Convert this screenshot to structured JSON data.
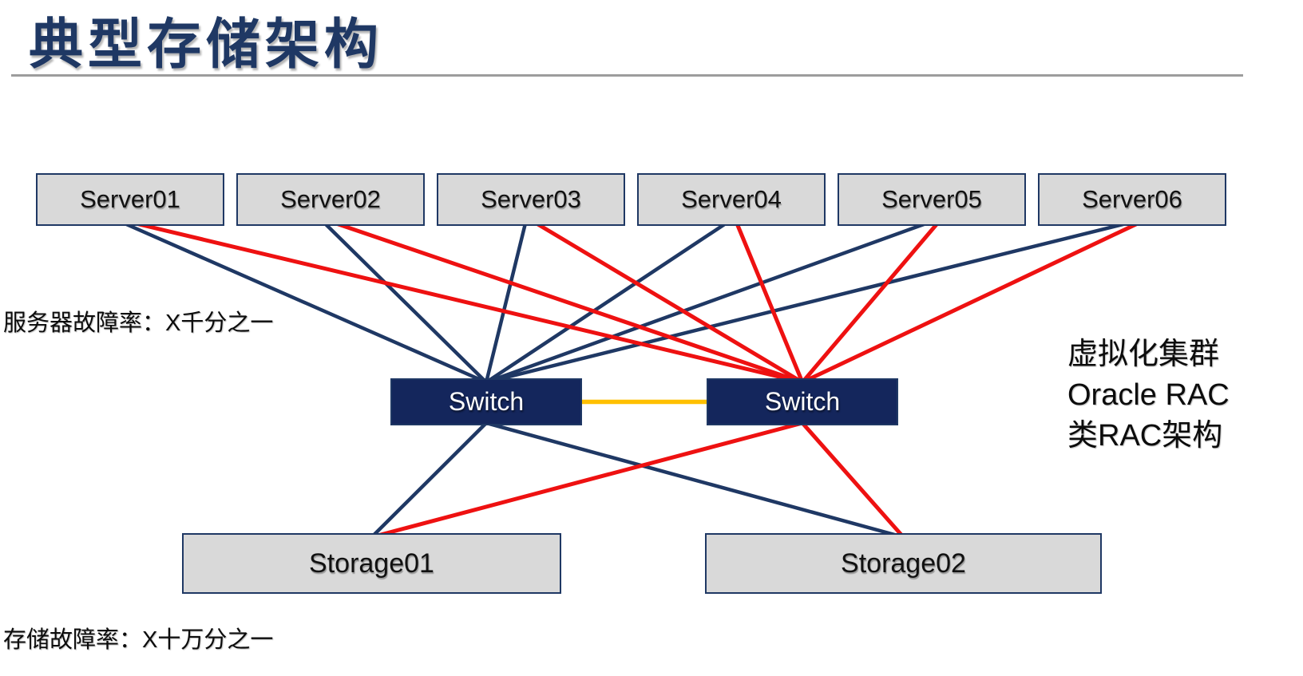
{
  "title": "典型存储架构",
  "annotations": {
    "server_failure_rate": "服务器故障率：X千分之一",
    "storage_failure_rate": "存储故障率：X十万分之一",
    "cluster_lines": [
      "虚拟化集群",
      "Oracle RAC",
      "类RAC架构"
    ]
  },
  "nodes": {
    "servers": [
      {
        "id": "server1",
        "label": "Server01"
      },
      {
        "id": "server2",
        "label": "Server02"
      },
      {
        "id": "server3",
        "label": "Server03"
      },
      {
        "id": "server4",
        "label": "Server04"
      },
      {
        "id": "server5",
        "label": "Server05"
      },
      {
        "id": "server6",
        "label": "Server06"
      }
    ],
    "switches": [
      {
        "id": "switch1",
        "label": "Switch"
      },
      {
        "id": "switch2",
        "label": "Switch"
      }
    ],
    "storages": [
      {
        "id": "storage1",
        "label": "Storage01"
      },
      {
        "id": "storage2",
        "label": "Storage02"
      }
    ]
  },
  "links": [
    {
      "from": "server1",
      "to": "switch1",
      "color": "navy"
    },
    {
      "from": "server2",
      "to": "switch1",
      "color": "navy"
    },
    {
      "from": "server3",
      "to": "switch1",
      "color": "navy"
    },
    {
      "from": "server4",
      "to": "switch1",
      "color": "navy"
    },
    {
      "from": "server5",
      "to": "switch1",
      "color": "navy"
    },
    {
      "from": "server6",
      "to": "switch1",
      "color": "navy"
    },
    {
      "from": "server1",
      "to": "switch2",
      "color": "red"
    },
    {
      "from": "server2",
      "to": "switch2",
      "color": "red"
    },
    {
      "from": "server3",
      "to": "switch2",
      "color": "red"
    },
    {
      "from": "server4",
      "to": "switch2",
      "color": "red"
    },
    {
      "from": "server5",
      "to": "switch2",
      "color": "red"
    },
    {
      "from": "server6",
      "to": "switch2",
      "color": "red"
    },
    {
      "from": "switch1",
      "to": "switch2",
      "color": "orange"
    },
    {
      "from": "switch1",
      "to": "storage1",
      "color": "navy"
    },
    {
      "from": "switch1",
      "to": "storage2",
      "color": "navy"
    },
    {
      "from": "switch2",
      "to": "storage1",
      "color": "red"
    },
    {
      "from": "switch2",
      "to": "storage2",
      "color": "red"
    }
  ],
  "colors": {
    "navy": "#1f3864",
    "red": "#ee1111",
    "orange": "#ffc000",
    "box_fill": "#d9d9d9",
    "switch_fill": "#14265c",
    "title_navy": "#1f3864",
    "rule_gray": "#9d9d9d",
    "text_black": "#0c0c0c"
  }
}
